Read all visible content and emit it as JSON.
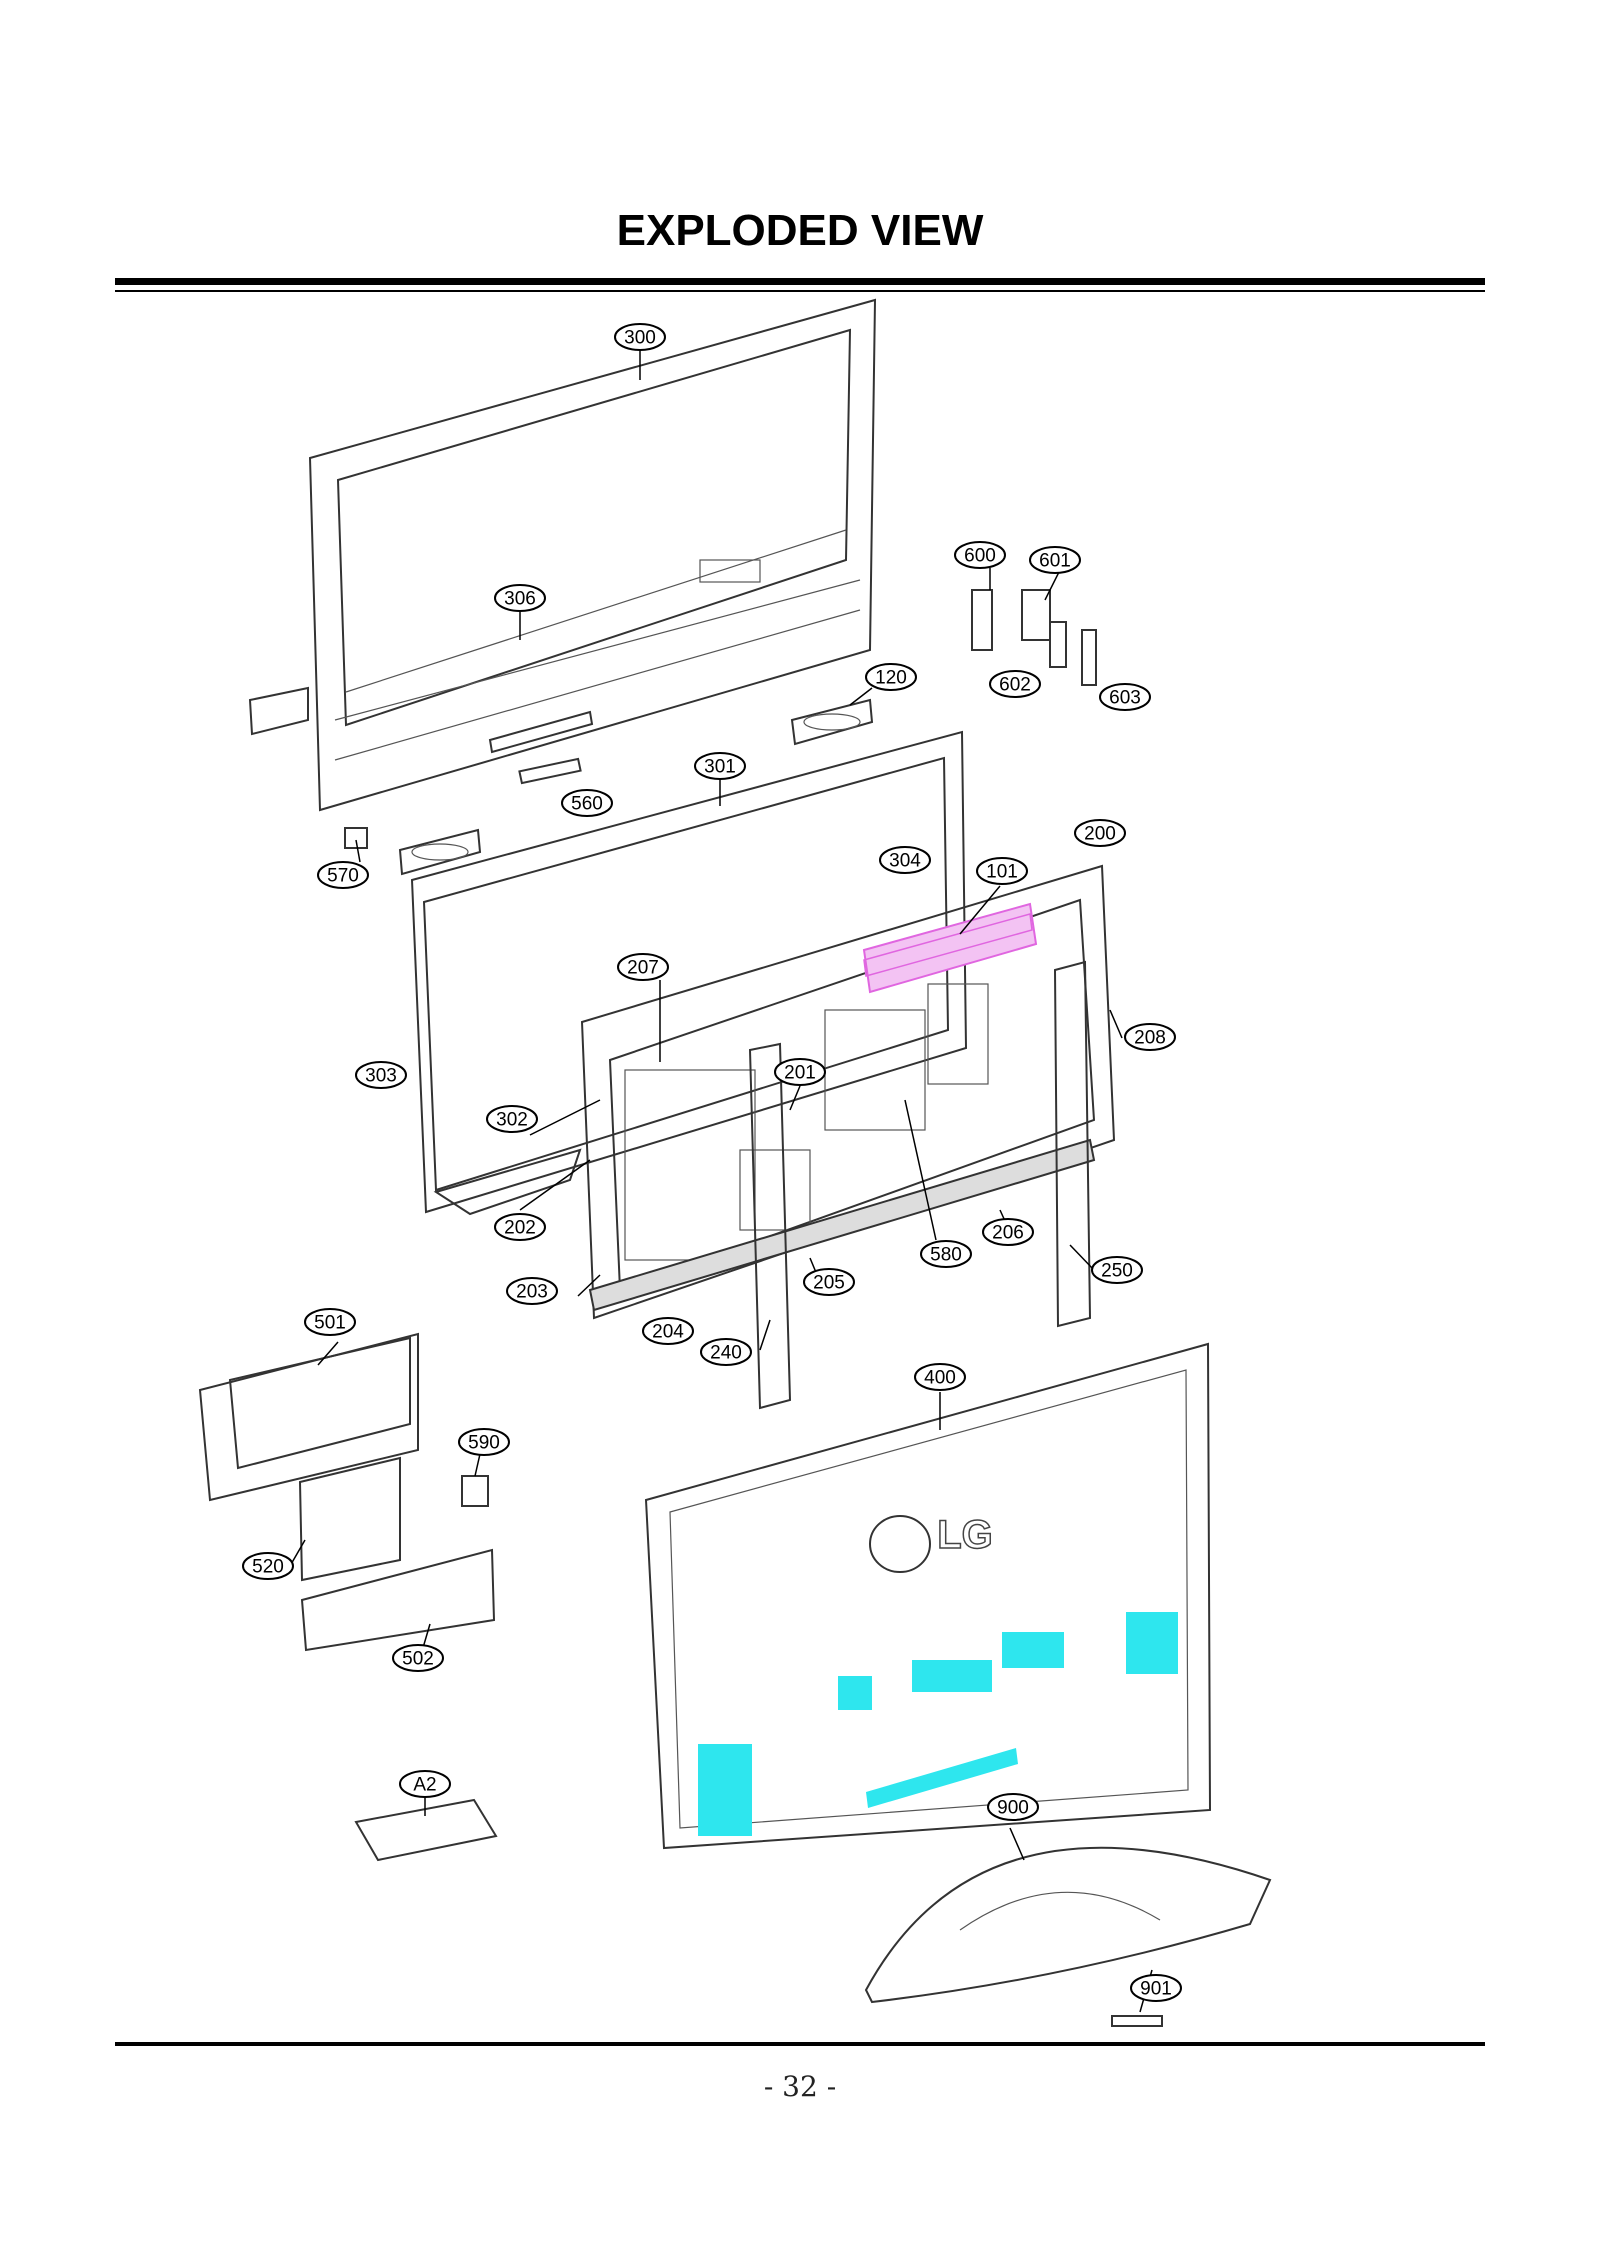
{
  "title": "EXPLODED VIEW",
  "page_number": "- 32 -",
  "logo_text": "LG",
  "colors": {
    "highlight_magenta": "#e066e0",
    "highlight_cyan": "#2ee6ee",
    "line": "#333333"
  },
  "callouts": [
    "300",
    "306",
    "600",
    "601",
    "602",
    "603",
    "120",
    "301",
    "560",
    "570",
    "304",
    "101",
    "200",
    "207",
    "208",
    "303",
    "201",
    "302",
    "202",
    "580",
    "206",
    "203",
    "205",
    "250",
    "204",
    "240",
    "501",
    "400",
    "590",
    "520",
    "502",
    "A2",
    "900",
    "901"
  ]
}
